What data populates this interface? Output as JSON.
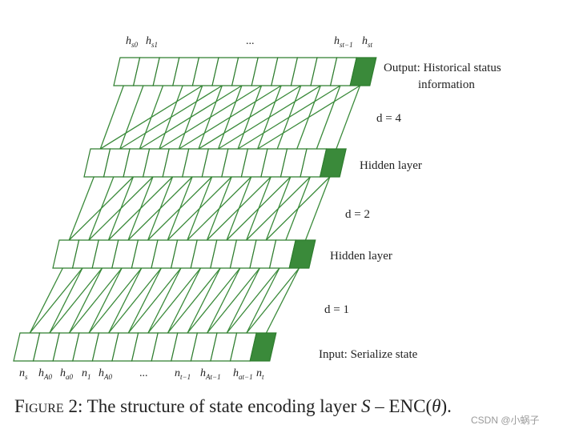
{
  "diagram": {
    "output_label_line1": "Output: Historical status",
    "output_label_line2": "information",
    "d4_label": "d = 4",
    "hidden_label_top": "Hidden layer",
    "d2_label": "d = 2",
    "hidden_label_bottom": "Hidden layer",
    "d1_label": "d = 1",
    "input_label": "Input: Serialize state",
    "top_tokens": [
      {
        "base": "h",
        "sub": "s0"
      },
      {
        "base": "h",
        "sub": "s1"
      },
      {
        "base": "...",
        "sub": ""
      },
      {
        "base": "h",
        "sub": "st−1"
      },
      {
        "base": "h",
        "sub": "st"
      }
    ],
    "bottom_tokens": [
      {
        "base": "n",
        "sub": "s"
      },
      {
        "base": "h",
        "sub": "A0"
      },
      {
        "base": "h",
        "sub": "a0"
      },
      {
        "base": "n",
        "sub": "1"
      },
      {
        "base": "h",
        "sub": "A0"
      },
      {
        "base": "...",
        "sub": ""
      },
      {
        "base": "n",
        "sub": "t−1"
      },
      {
        "base": "h",
        "sub": "At−1"
      },
      {
        "base": "h",
        "sub": "at−1"
      },
      {
        "base": "n",
        "sub": "t"
      }
    ],
    "colors": {
      "green": "#3a8a3a",
      "cell_border": "#2e7d2e"
    }
  },
  "caption": {
    "figure": "Figure",
    "number": "2:",
    "text": "The structure of state encoding layer",
    "symbol": "S",
    "dash": "–",
    "enc": "ENC",
    "theta": "θ",
    "end": ")."
  },
  "watermark": "CSDN @小蜗子"
}
